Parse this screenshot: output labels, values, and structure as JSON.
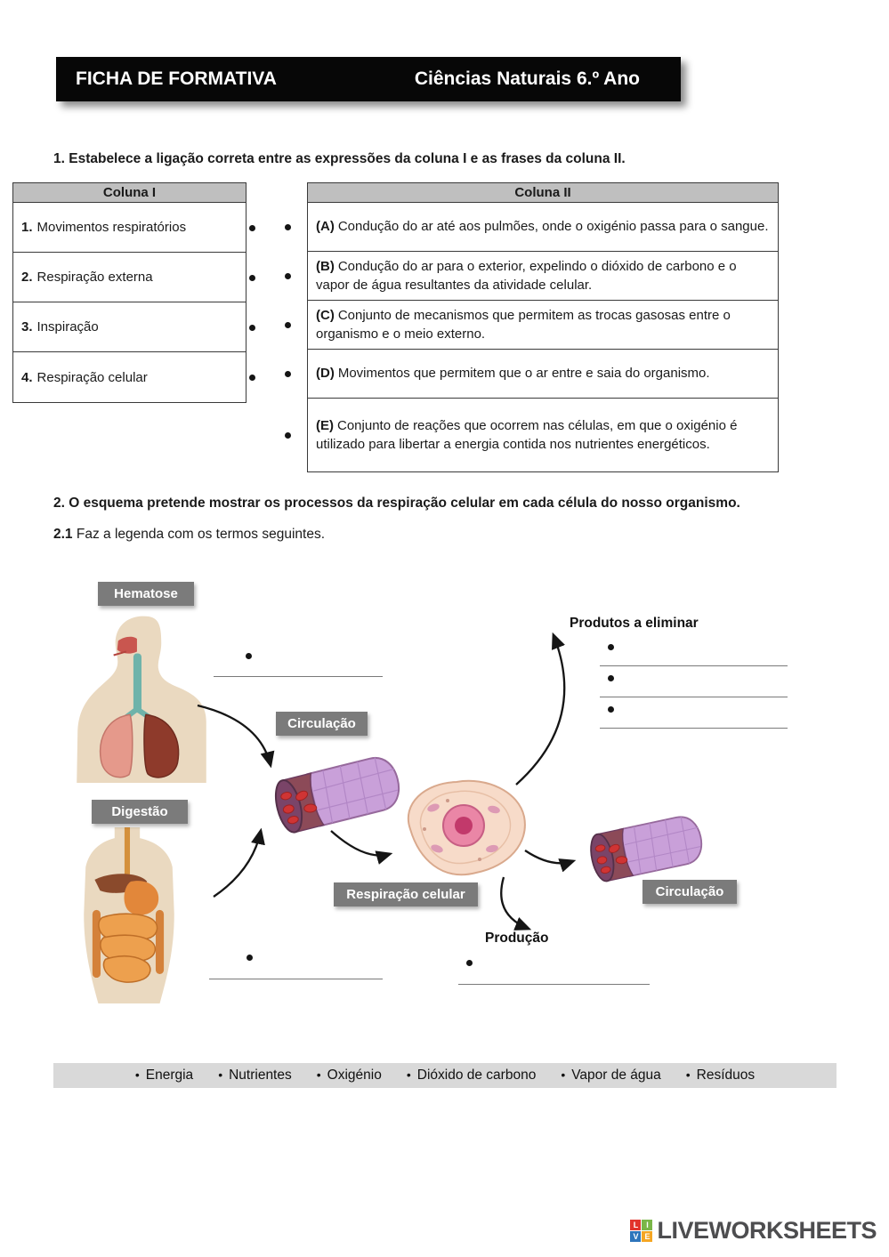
{
  "header": {
    "title_left": "FICHA DE FORMATIVA",
    "title_right": "Ciências Naturais 6.º Ano"
  },
  "q1": {
    "prompt": "1. Estabelece a ligação correta entre as expressões da coluna I e as frases da coluna II.",
    "col1": {
      "header": "Coluna I",
      "items": [
        {
          "num": "1.",
          "text": "Movimentos respiratórios"
        },
        {
          "num": "2.",
          "text": "Respiração externa"
        },
        {
          "num": "3.",
          "text": "Inspiração"
        },
        {
          "num": "4.",
          "text": "Respiração celular"
        }
      ]
    },
    "col2": {
      "header": "Coluna II",
      "items": [
        {
          "letter": "(A)",
          "text": "Condução do ar até aos pulmões, onde o oxigénio passa para o sangue."
        },
        {
          "letter": "(B)",
          "text": "Condução do ar para o exterior, expelindo o dióxido de carbono e o vapor de água resultantes da atividade celular."
        },
        {
          "letter": "(C)",
          "text": "Conjunto de mecanismos que permitem as trocas gasosas entre o organismo e o meio externo."
        },
        {
          "letter": "(D)",
          "text": "Movimentos que permitem que o ar entre e saia do organismo."
        },
        {
          "letter": "(E)",
          "text": "Conjunto de reações que ocorrem nas células, em que o oxigénio é utilizado para libertar a energia contida nos nutrientes energéticos."
        }
      ]
    }
  },
  "q2": {
    "prompt": "2. O esquema pretende mostrar os processos da respiração celular em cada célula do nosso organismo.",
    "sub_num": "2.1",
    "sub_text": "Faz a legenda com os termos seguintes."
  },
  "diagram": {
    "hematose_label": "Hematose",
    "digestao_label": "Digestão",
    "circulacao_label_1": "Circulação",
    "circulacao_label_2": "Circulação",
    "respiracao_celular_label": "Respiração celular",
    "produtos_a_eliminar_label": "Produtos a eliminar",
    "producao_label": "Produção"
  },
  "word_bank": {
    "items": [
      "Energia",
      "Nutrientes",
      "Oxigénio",
      "Dióxido de carbono",
      "Vapor de água",
      "Resíduos"
    ]
  },
  "footer": {
    "brand": "LIVEWORKSHEETS",
    "logo_letters": [
      "L",
      "I",
      "V",
      "E"
    ]
  }
}
